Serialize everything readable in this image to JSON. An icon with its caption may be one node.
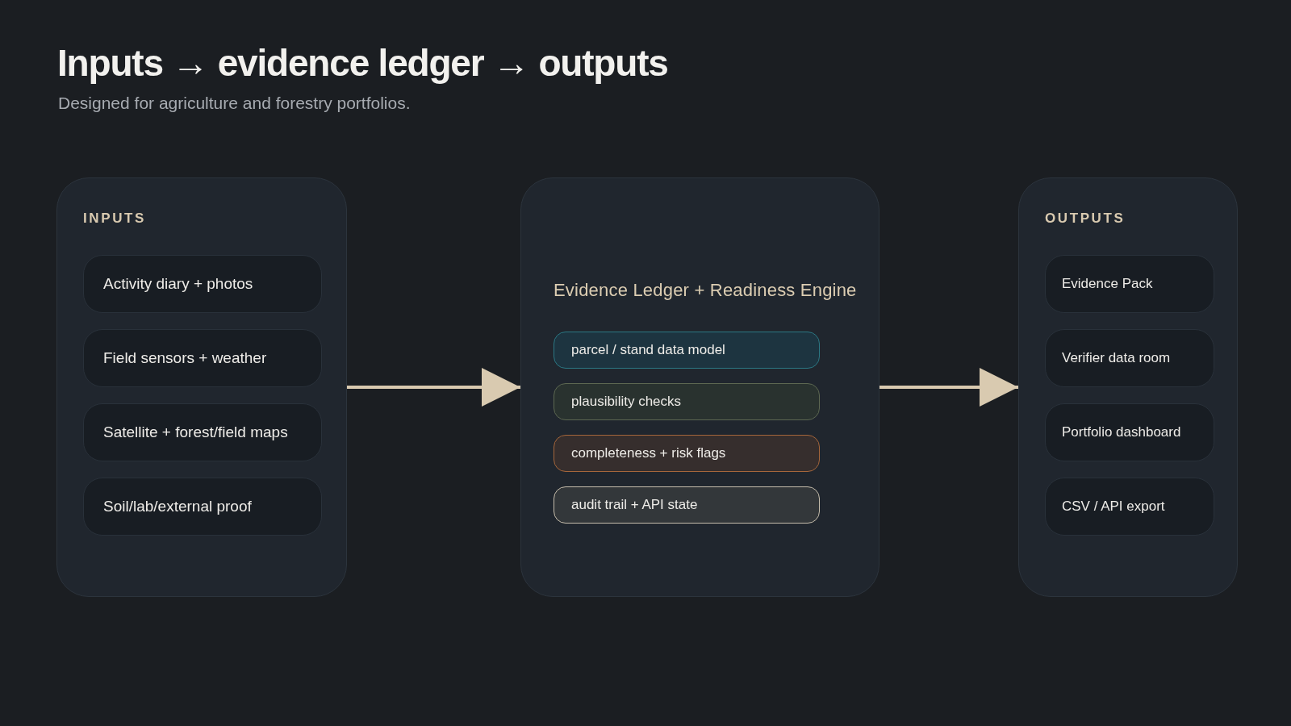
{
  "diagram": {
    "title": "Inputs → evidence ledger → outputs",
    "nodes": [
      {
        "text": [
          "INPUTS"
        ]
      },
      {
        "text": [
          "Activity diary + photos"
        ],
        "in": 0
      },
      {
        "text": [
          "Field sensors + weather"
        ],
        "in": 0
      },
      {
        "text": [
          "Satellite + forest/field maps"
        ],
        "in": 0
      },
      {
        "text": [
          "Soil/lab/external proof"
        ],
        "in": 0
      },
      {
        "text": [
          "Evidence Ledger + Readiness Engine"
        ]
      },
      {
        "text": [
          "parcel / stand data model"
        ],
        "in": 5
      },
      {
        "text": [
          "plausibility checks"
        ],
        "in": 5
      },
      {
        "text": [
          "completeness + risk flags"
        ],
        "in": 5
      },
      {
        "text": [
          "audit trail + API state"
        ],
        "in": 5
      },
      {
        "text": [
          "OUTPUTS"
        ]
      },
      {
        "text": [
          "Evidence Pack"
        ],
        "in": 10
      },
      {
        "text": [
          "Verifier data room"
        ],
        "in": 10
      },
      {
        "text": [
          "Portfolio dashboard"
        ],
        "in": 10
      },
      {
        "text": [
          "CSV / API export"
        ],
        "in": 10
      }
    ],
    "edges": [
      {
        "from": 0,
        "to": 5,
        "arrow": "to"
      },
      {
        "from": 5,
        "to": 10,
        "arrow": "to"
      }
    ],
    "labels": [
      "Designed for agriculture and forestry portfolios."
    ]
  }
}
